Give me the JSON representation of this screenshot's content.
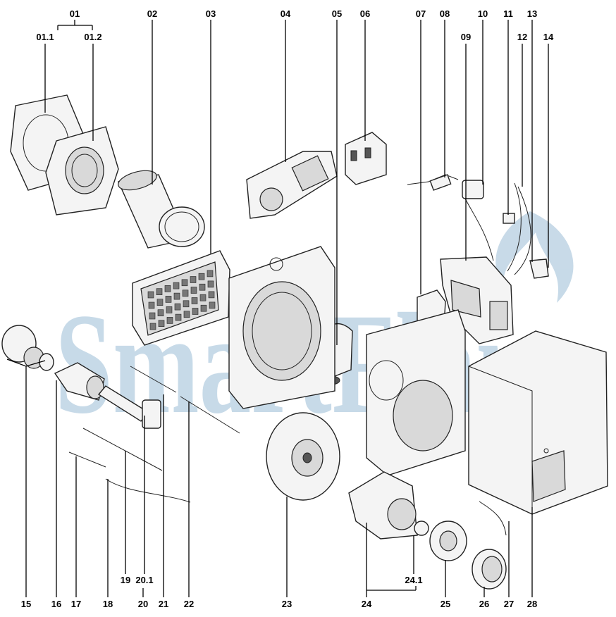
{
  "watermark": {
    "text": "SmartFlam",
    "color": "#9bbcd6"
  },
  "callouts": {
    "top": [
      "01",
      "01.1",
      "01.2",
      "02",
      "03",
      "04",
      "05",
      "06",
      "07",
      "08",
      "09",
      "10",
      "11",
      "12",
      "13",
      "14"
    ],
    "bottom": [
      "15",
      "16",
      "17",
      "18",
      "19",
      "20.1",
      "20",
      "21",
      "22",
      "23",
      "24",
      "24.1",
      "25",
      "26",
      "27",
      "28"
    ]
  }
}
